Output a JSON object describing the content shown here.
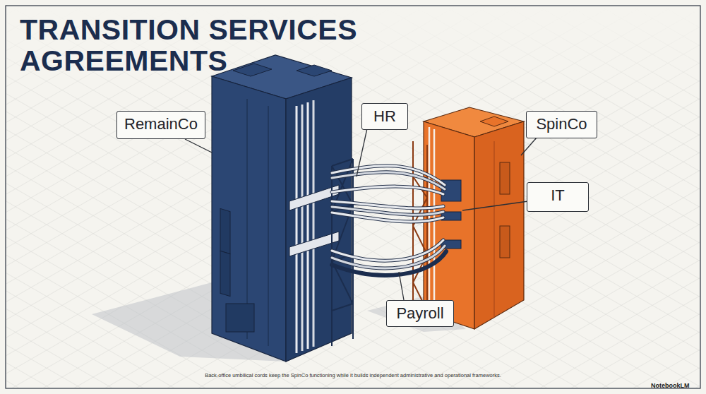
{
  "diagram": {
    "title": "TRANSITION SERVICES AGREEMENTS",
    "caption": "Back-office umbilical cords keep the SpinCo functioning while it builds independent administrative and operational frameworks.",
    "nodes": [
      {
        "text": [
          "RemainCo"
        ]
      },
      {
        "text": [
          "HR"
        ]
      },
      {
        "text": [
          "SpinCo"
        ]
      },
      {
        "text": [
          "IT"
        ]
      },
      {
        "text": [
          "Payroll"
        ]
      }
    ],
    "labels": [
      "NotebookLM"
    ]
  }
}
